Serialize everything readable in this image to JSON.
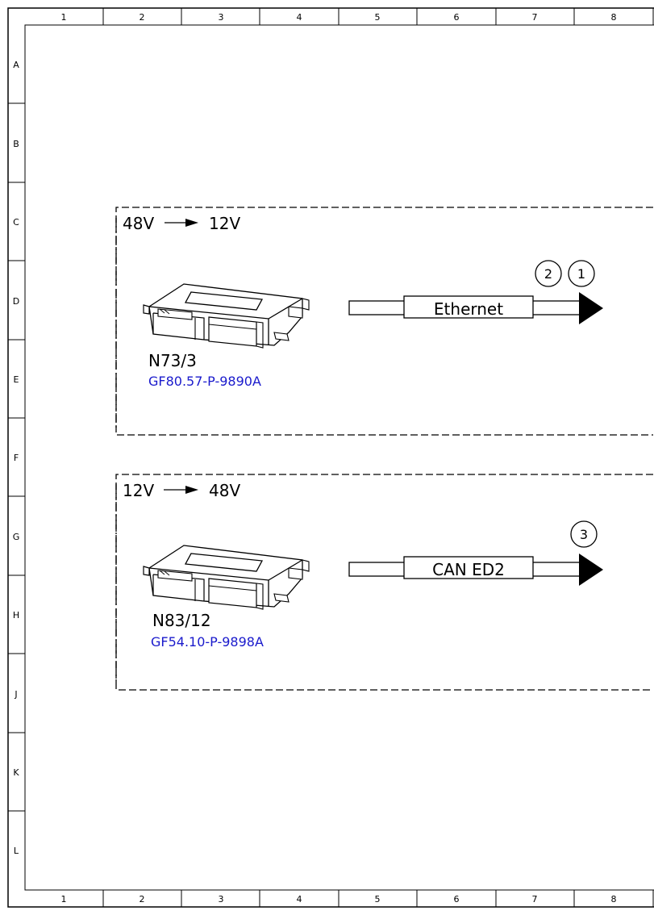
{
  "frame": {
    "columns": [
      "1",
      "2",
      "3",
      "4",
      "5",
      "6",
      "7",
      "8"
    ],
    "rows": [
      "A",
      "B",
      "C",
      "D",
      "E",
      "F",
      "G",
      "H",
      "J",
      "K",
      "L"
    ]
  },
  "blocks": [
    {
      "voltage_from": "48V",
      "voltage_to": "12V",
      "component_id": "N73/3",
      "reference": "GF80.57-P-9890A",
      "bus_label": "Ethernet",
      "callouts": [
        "2",
        "1"
      ]
    },
    {
      "voltage_from": "12V",
      "voltage_to": "48V",
      "component_id": "N83/12",
      "reference": "GF54.10-P-9898A",
      "bus_label": "CAN ED2",
      "callouts": [
        "3"
      ]
    }
  ],
  "colors": {
    "line": "#000000",
    "reference_link": "#1a1acc",
    "background": "#ffffff"
  }
}
